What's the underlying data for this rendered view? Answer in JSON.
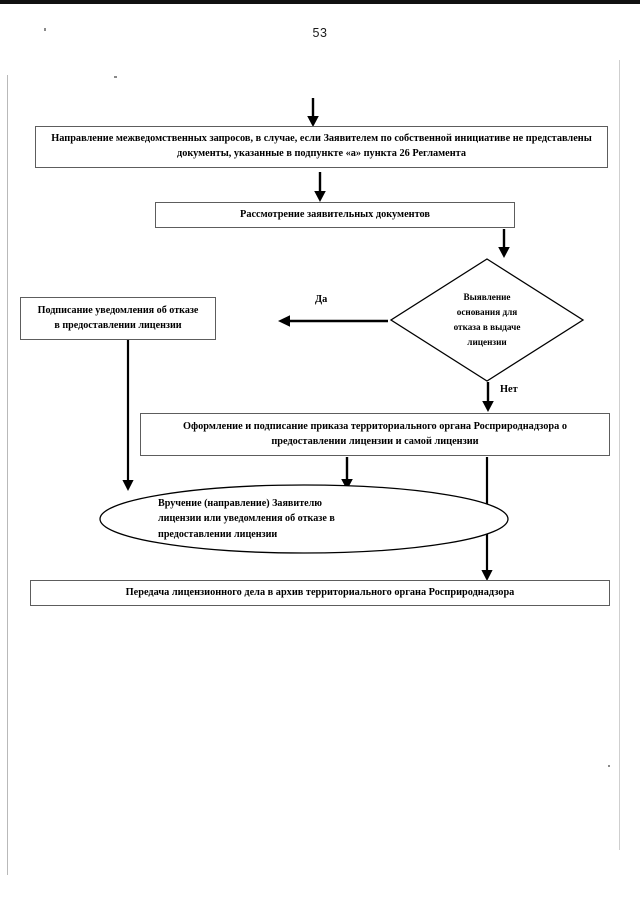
{
  "document": {
    "page_number": "53"
  },
  "flowchart": {
    "title_absent": "",
    "nodes": [
      {
        "id": "interagency-requests",
        "shape": "rectangle",
        "text": "Направление межведомственных запросов, в случае, если Заявителем по собственной инициативе не представлены документы, указанные в подпункте «а» пункта 26 Регламента"
      },
      {
        "id": "review-documents",
        "shape": "rectangle",
        "text": "Рассмотрение заявительных документов"
      },
      {
        "id": "decision-refusal-grounds",
        "shape": "diamond",
        "lines": [
          "Выявление",
          "основания для",
          "отказа в выдаче",
          "лицензии"
        ]
      },
      {
        "id": "sign-refusal-notice",
        "shape": "rectangle",
        "lines": [
          "Подписание уведомления об отказе",
          "в предоставлении лицензии"
        ]
      },
      {
        "id": "issue-order-and-license",
        "shape": "rectangle",
        "text": "Оформление и подписание приказа территориального органа Росприроднадзора о предоставлении лицензии и самой лицензии"
      },
      {
        "id": "deliver-to-applicant",
        "shape": "ellipse",
        "lines": [
          "Вручение (направление) Заявителю",
          "лицензии или уведомления об отказе в",
          "предоставлении лицензии"
        ]
      },
      {
        "id": "transfer-to-archive",
        "shape": "rectangle",
        "text": "Передача лицензионного дела в архив территориального органа Росприроднадзора"
      }
    ],
    "branch_labels": {
      "yes": "Да",
      "no": "Нет"
    },
    "colors": {
      "line": "#000000",
      "box_border": "#5d5d5d",
      "text": "#000000",
      "page_background": "#ffffff"
    }
  }
}
